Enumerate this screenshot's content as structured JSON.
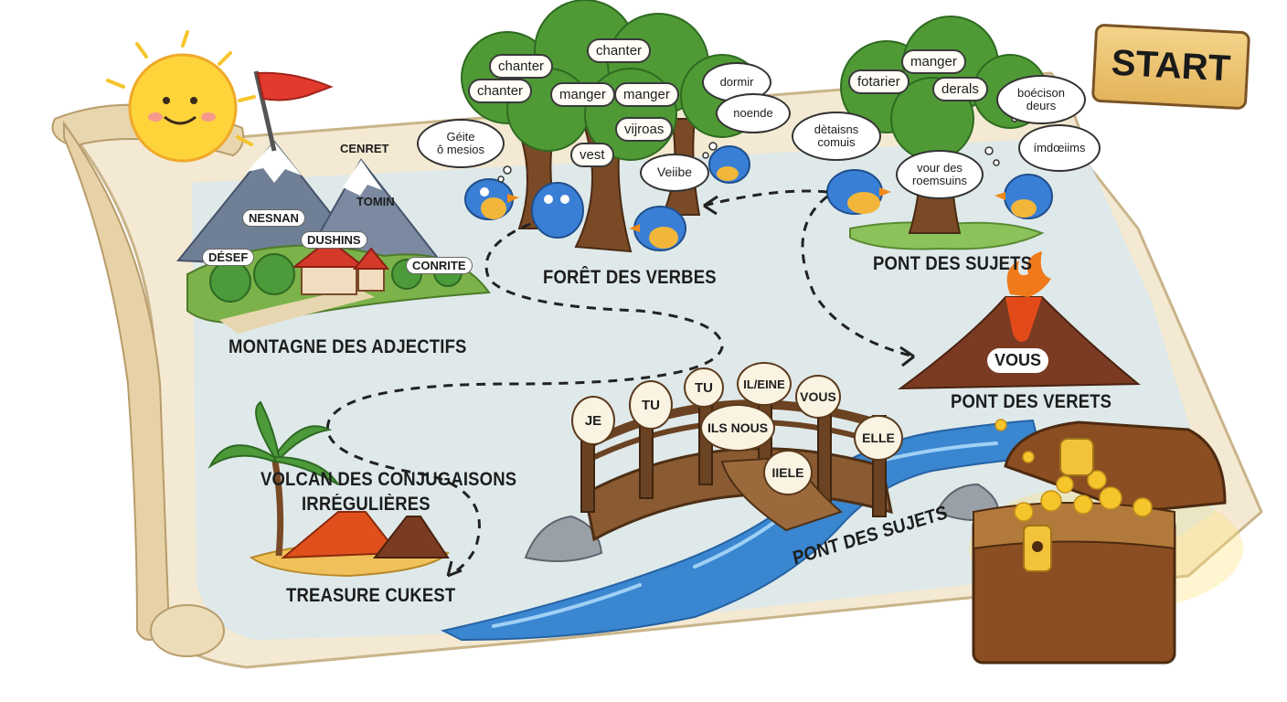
{
  "start_label": "START",
  "regions": {
    "mountain": "MONTAGNE DES ADJECTIFS",
    "forest": "FORÊT DES VERBES",
    "subjects_bridge_top": "PONT DES SUJETS",
    "verets_bridge": "PONT DES VERETS",
    "volcano_title_line1": "VOLCAN DES CONJUGAISONS",
    "volcano_title_line2": "IRRÉGULIÈRES",
    "treasure": "TREASURE CUKEST",
    "subjects_bridge_bottom": "PONT DES SUJETS"
  },
  "mountain_tags": [
    "CENRET",
    "NESNAN",
    "TOMIN",
    "DUSHINS",
    "DÉSEF",
    "CONRITE"
  ],
  "forest_words": [
    "chanter",
    "chanter",
    "chanter",
    "manger",
    "manger",
    "dormir",
    "noende",
    "vijroas",
    "vest",
    "Veiibe"
  ],
  "forest_bubble": "Géite\nô mesios",
  "right_tree_words": [
    "manger",
    "fotarier",
    "derals"
  ],
  "right_bubbles": [
    "boécison\ndeurs",
    "dètaisns\ncomuis",
    "vour des\nroemsuins",
    "ímdœiims"
  ],
  "volcano_tag": "VOUS",
  "bridge_signs": [
    "JE",
    "TU",
    "TU",
    "IL/EINE",
    "VOUS",
    "ILS NOUS",
    "ELLE",
    "IIELE"
  ]
}
